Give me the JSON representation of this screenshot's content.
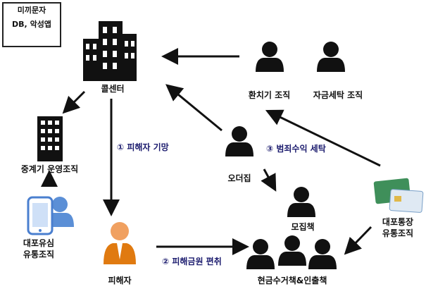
{
  "legend": {
    "line1": "미끼문자",
    "line2": "DB, 악성앱"
  },
  "nodes": {
    "call_center": "콜센터",
    "relay": "중계기 운영조직",
    "sim": "대포유심\n유통조직",
    "victim": "피해자",
    "laundering_1": "환치기 조직",
    "laundering_2": "자금세탁 조직",
    "order_house": "오더집",
    "recruiter": "모집책",
    "collectors": "현금수거책&인출책",
    "bank_acct": "대포통장\n유통조직"
  },
  "steps": {
    "s1": "① 피해자 기망",
    "s2": "② 피해금원 편취",
    "s3": "③ 범죄수익 세탁"
  },
  "colors": {
    "arrow": "#111111",
    "step_text": "#1b1b6e",
    "person": "#111111",
    "victim_skin": "#f0a060",
    "victim_suit": "#e07a10",
    "phone": "#5b8fd6"
  }
}
